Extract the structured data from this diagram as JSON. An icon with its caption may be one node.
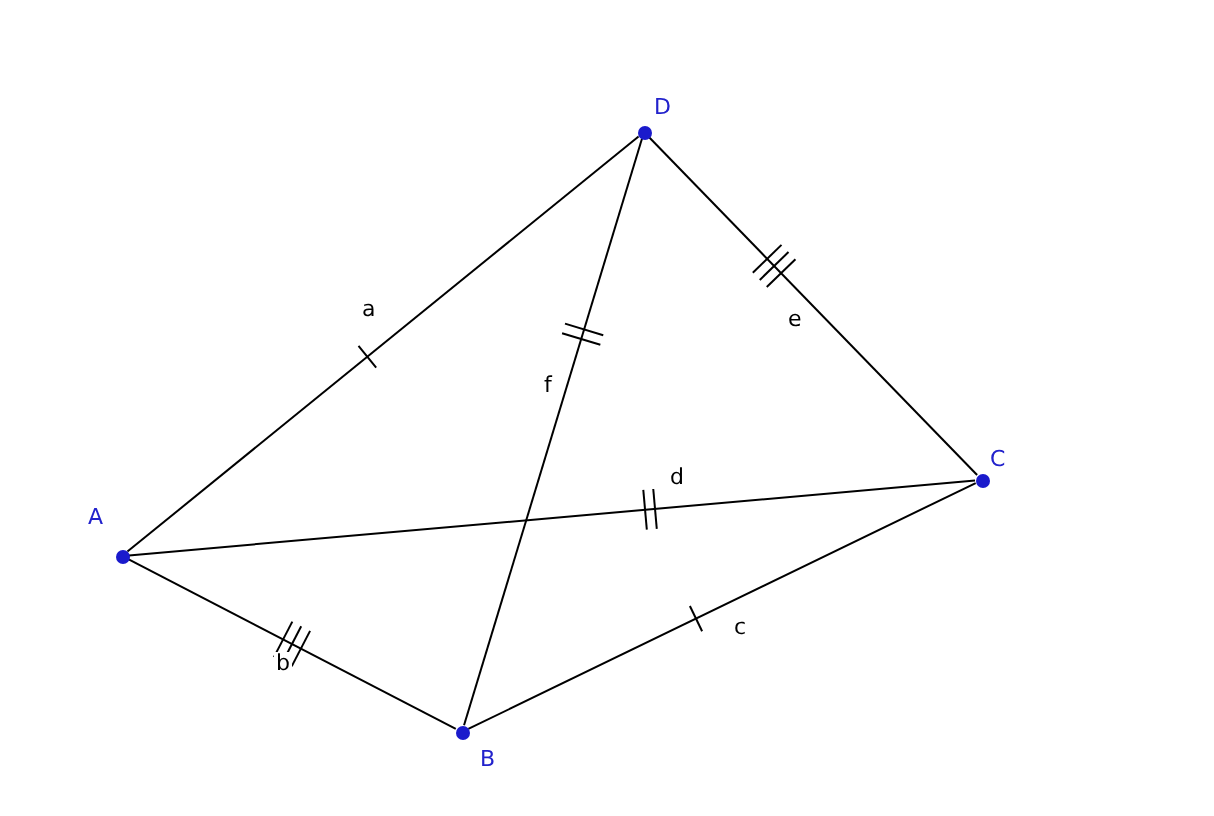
{
  "diagram": {
    "nodes": [
      {
        "text": [],
        "shape": "circle",
        "beside": [
          "D"
        ]
      },
      {
        "text": [],
        "shape": "circle",
        "beside": [
          "A"
        ]
      },
      {
        "text": [],
        "shape": "circle",
        "beside": [
          "C"
        ]
      },
      {
        "text": [],
        "shape": "circle",
        "beside": [
          "B"
        ]
      }
    ],
    "edges": [
      {
        "from": 1,
        "to": 0,
        "arrow": "none",
        "label": "a"
      },
      {
        "from": 1,
        "to": 3,
        "arrow": "none",
        "label": "b"
      },
      {
        "from": 3,
        "to": 2,
        "arrow": "none",
        "label": "c"
      },
      {
        "from": 1,
        "to": 2,
        "arrow": "none",
        "label": "d"
      },
      {
        "from": 0,
        "to": 2,
        "arrow": "none",
        "label": "e"
      },
      {
        "from": 3,
        "to": 0,
        "arrow": "none",
        "label": "f"
      }
    ]
  }
}
